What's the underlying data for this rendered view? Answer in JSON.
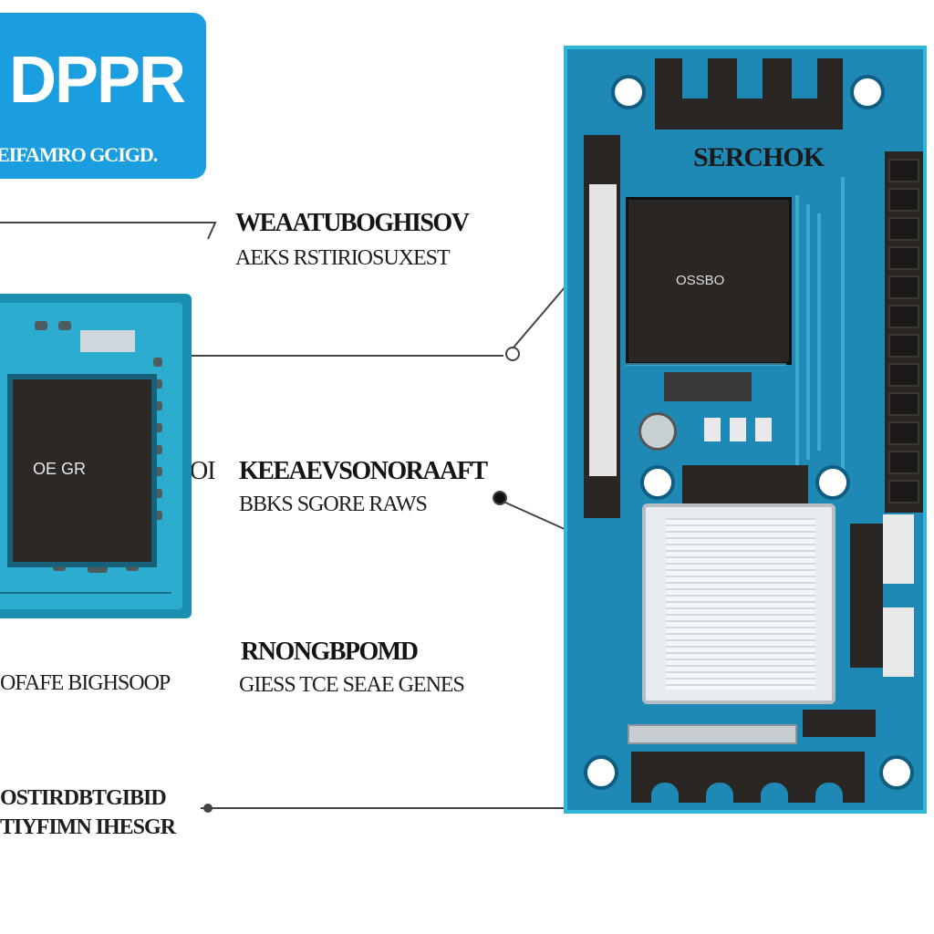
{
  "logo": {
    "mark": "DPPR",
    "subtitle": "EIFAMRO GCIGD."
  },
  "callouts": [
    {
      "heading": "WEAATUBOGHISOV",
      "sub": "AEKS  RSTIRIOSUXEST"
    },
    {
      "heading": "KEEAEVSONORAAFT",
      "sub": "BBKS  SGORE  RAWS"
    },
    {
      "heading": "RNONGBPOMD",
      "sub": "GIESS TCE  SEAE  GENES"
    },
    {
      "prefix": "OI"
    },
    {
      "left": "OFAFE  BIGHSOOP"
    }
  ],
  "bottom_left": {
    "line1": "OSTIRDBTGIBID",
    "line2": "TIYFIMN  IHESGR"
  },
  "chip": {
    "label": "OE GR"
  },
  "board": {
    "title": "SERCHOK",
    "cpu_label": "OSSBO"
  },
  "colors": {
    "accent": "#1a9ee0",
    "board": "#1f89b5",
    "board_edge": "#2fb7d8",
    "component": "#2a2623"
  }
}
